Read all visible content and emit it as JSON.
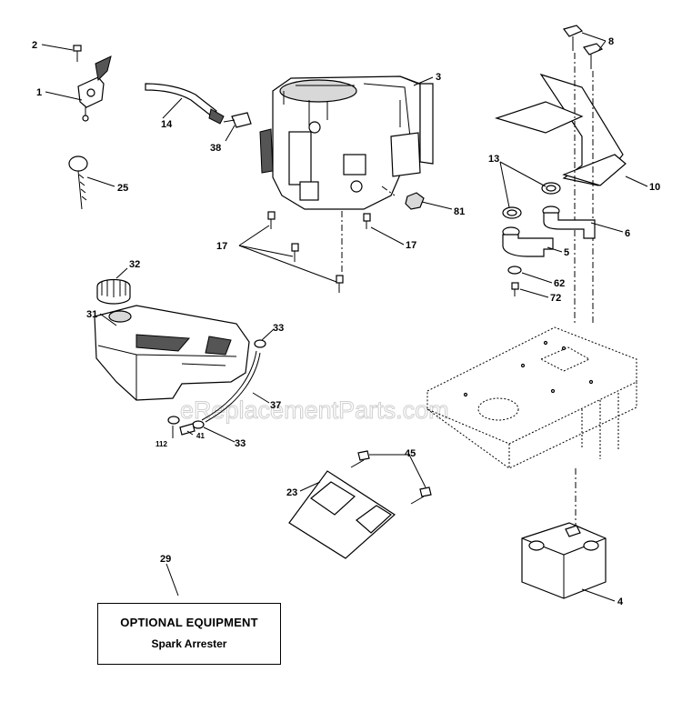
{
  "watermark": "eReplacementParts.com",
  "callouts": {
    "c1": "1",
    "c2": "2",
    "c3": "3",
    "c4": "4",
    "c5": "5",
    "c6": "6",
    "c8": "8",
    "c10": "10",
    "c13": "13",
    "c14": "14",
    "c17a": "17",
    "c17b": "17",
    "c23": "23",
    "c25": "25",
    "c29": "29",
    "c31": "31",
    "c32": "32",
    "c33a": "33",
    "c33b": "33",
    "c37": "37",
    "c38": "38",
    "c41": "41",
    "c45": "45",
    "c62": "62",
    "c72": "72",
    "c81": "81",
    "c112": "112"
  },
  "optional_box": {
    "title": "OPTIONAL EQUIPMENT",
    "item": "Spark Arrester"
  }
}
